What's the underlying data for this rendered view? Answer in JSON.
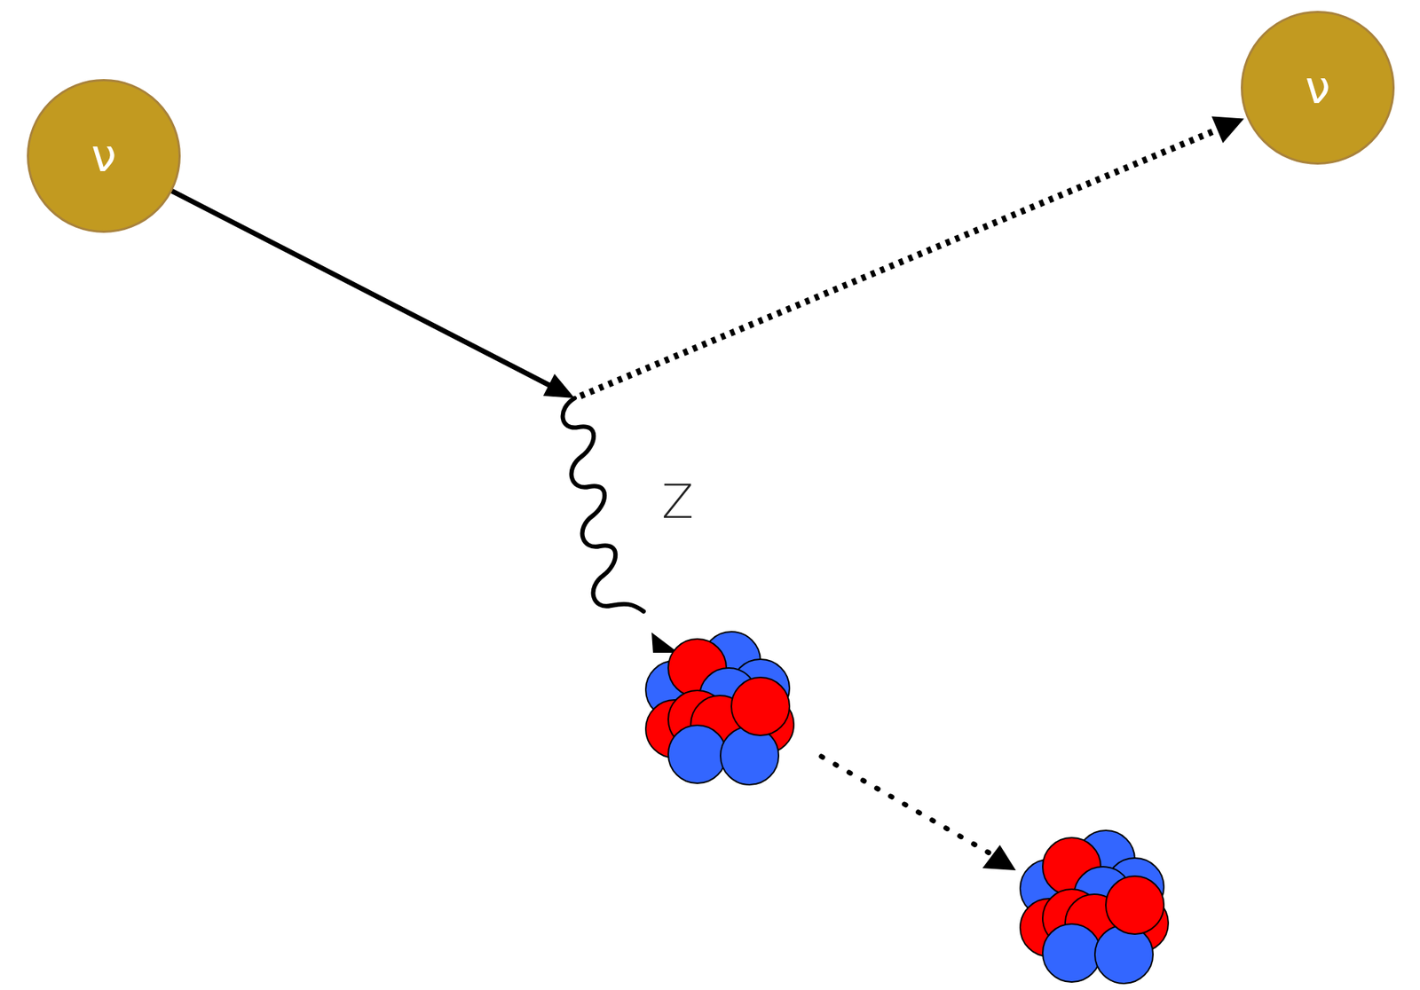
{
  "diagram": {
    "nodes": [
      {
        "text": [
          "ν"
        ]
      },
      {
        "text": [
          "ν"
        ]
      }
    ],
    "edges": [
      {
        "from": 0,
        "to": 1,
        "arrow": "to"
      }
    ],
    "labels": [
      "Z"
    ]
  }
}
